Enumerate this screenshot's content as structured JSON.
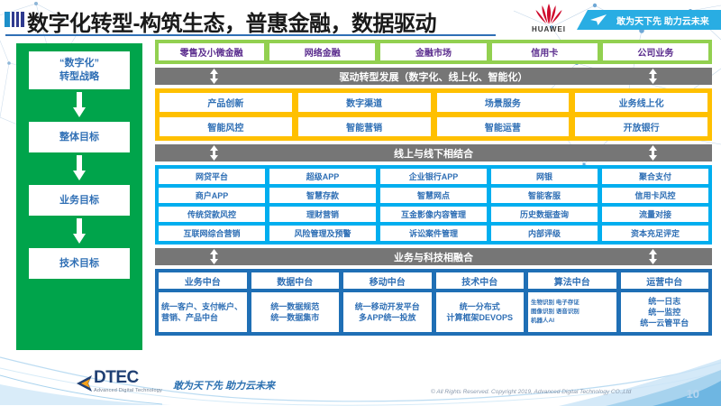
{
  "header": {
    "title": "数字化转型-构筑生态，普惠金融，数据驱动",
    "brand_logo": "huawei-logo",
    "brand_name": "HUAWEI",
    "banner_text": "敢为天下先 助力云未来",
    "banner_icon": "paper-plane-icon"
  },
  "strategy_column": {
    "items": [
      {
        "label": "“数字化”\n转型战略"
      },
      {
        "label": "整体目标"
      },
      {
        "label": "业务目标"
      },
      {
        "label": "技术目标"
      }
    ],
    "arrow_icon": "arrow-down-icon",
    "color": "#00A44B"
  },
  "business_row": {
    "color": "#92D050",
    "items": [
      "零售及小微金融",
      "网络金融",
      "金融市场",
      "信用卡",
      "公司业务"
    ]
  },
  "bands": {
    "drive": "驱动转型发展（数字化、线上化、智能化）",
    "online_offline": "线上与线下相结合",
    "business_tech": "业务与科技相融合",
    "arrow_icon": "double-arrow-vertical-icon",
    "color": "#767676"
  },
  "capability_block": {
    "color": "#FFC000",
    "rows": [
      [
        "产品创新",
        "数字渠道",
        "场景服务",
        "业务线上化"
      ],
      [
        "智能风控",
        "智能营销",
        "智能运营",
        "开放银行"
      ]
    ]
  },
  "application_block": {
    "color": "#00AEEF",
    "rows": [
      [
        "网贷平台",
        "超级APP",
        "企业银行APP",
        "网银",
        "聚合支付"
      ],
      [
        "商户APP",
        "智慧存款",
        "智慧网点",
        "智能客服",
        "信用卡风控"
      ],
      [
        "传统贷款风控",
        "理财营销",
        "互金影像内容管理",
        "历史数据查询",
        "流量对接"
      ],
      [
        "互联网综合营销",
        "风险管理及预警",
        "诉讼案件管理",
        "内部评级",
        "资本充足评定"
      ]
    ]
  },
  "platform_block": {
    "color": "#1F6FB5",
    "columns": [
      {
        "head": "业务中台",
        "body": "统一客户、支付帐户、营销、产品中台",
        "dense": false,
        "left": true
      },
      {
        "head": "数据中台",
        "body": "统一数据规范\n统一数据集市",
        "dense": false,
        "left": false
      },
      {
        "head": "移动中台",
        "body": "统一移动开发平台\n多APP统一投放",
        "dense": false,
        "left": false
      },
      {
        "head": "技术中台",
        "body": "统一分布式\n计算框架DEVOPS",
        "dense": false,
        "left": false
      },
      {
        "head": "算法中台",
        "body": "生物识别 电子存证\n图像识别 语音识别\n机器人AI",
        "dense": true,
        "left": true
      },
      {
        "head": "运营中台",
        "body": "统一日志\n统一监控\n统一云管平台",
        "dense": false,
        "left": false
      }
    ]
  },
  "footer": {
    "logo_text": "DTEC",
    "logo_sub": "Advanced Digital Technology",
    "slogan": "敢为天下先   助力云未来",
    "copyright": "© All Rights Reserved. Copyright 2019, Advanced Digital Technology CO.,Ltd",
    "page_number": "10"
  }
}
